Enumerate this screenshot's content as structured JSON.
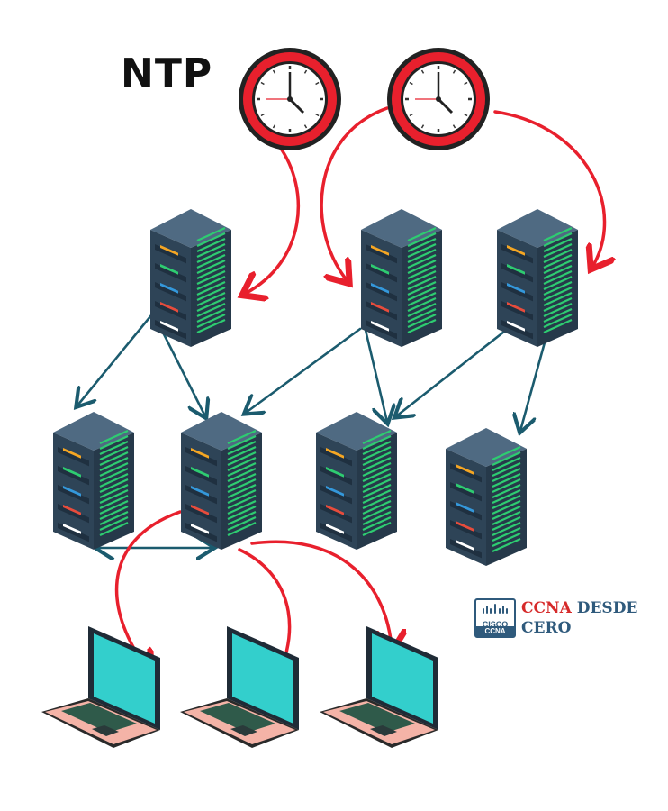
{
  "title": "NTP",
  "logo": {
    "badge_word": "CISCO",
    "badge_band": "CCNA",
    "line1_accent": "CCNA",
    "line1_rest": " DESDE",
    "line2": "CERO"
  },
  "colors": {
    "sync_arrow": "#e8202d",
    "link_arrow": "#1b5b6e",
    "clock_ring": "#e8202d",
    "server_body": "#2e4457",
    "server_top": "#4f6a82",
    "laptop_screen": "#33cfcc",
    "laptop_base": "#f4b3a7"
  },
  "diagram": {
    "clocks": [
      {
        "id": "clock-1",
        "hour_hand": "4-oclock",
        "minute_hand": "12"
      },
      {
        "id": "clock-2",
        "hour_hand": "4-oclock",
        "minute_hand": "12"
      }
    ],
    "servers": [
      {
        "id": "server-a",
        "tier": 1
      },
      {
        "id": "server-b",
        "tier": 1
      },
      {
        "id": "server-c",
        "tier": 1
      },
      {
        "id": "server-d",
        "tier": 2
      },
      {
        "id": "server-e",
        "tier": 2
      },
      {
        "id": "server-f",
        "tier": 2
      },
      {
        "id": "server-g",
        "tier": 2
      }
    ],
    "laptops": [
      {
        "id": "laptop-1"
      },
      {
        "id": "laptop-2"
      },
      {
        "id": "laptop-3"
      }
    ],
    "links": [
      {
        "from": "clock-1",
        "to": "server-a",
        "style": "sync"
      },
      {
        "from": "clock-2",
        "to": "server-b",
        "style": "sync"
      },
      {
        "from": "clock-2",
        "to": "server-c",
        "style": "sync"
      },
      {
        "from": "server-a",
        "to": "server-d",
        "style": "link"
      },
      {
        "from": "server-a",
        "to": "server-e",
        "style": "link"
      },
      {
        "from": "server-b",
        "to": "server-e",
        "style": "link"
      },
      {
        "from": "server-b",
        "to": "server-f",
        "style": "link"
      },
      {
        "from": "server-c",
        "to": "server-f",
        "style": "link"
      },
      {
        "from": "server-c",
        "to": "server-g",
        "style": "link"
      },
      {
        "from": "server-d",
        "to": "server-e",
        "style": "link-both"
      },
      {
        "from": "server-e",
        "to": "laptop-1",
        "style": "sync"
      },
      {
        "from": "server-e",
        "to": "laptop-2",
        "style": "sync"
      },
      {
        "from": "server-e",
        "to": "laptop-3",
        "style": "sync"
      }
    ]
  }
}
